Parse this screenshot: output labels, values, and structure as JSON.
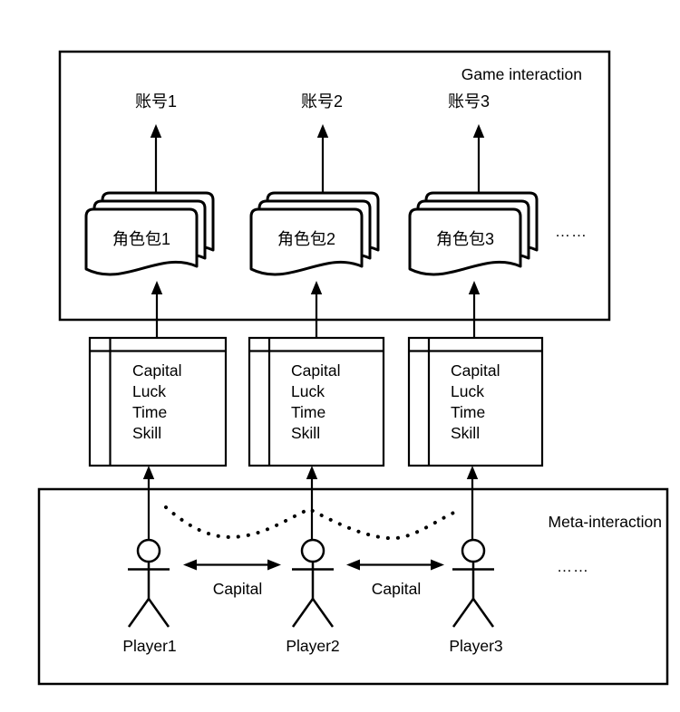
{
  "colors": {
    "stroke": "#000000",
    "background": "#ffffff"
  },
  "game_section": {
    "title": "Game interaction",
    "accounts": [
      "账号1",
      "账号2",
      "账号3"
    ],
    "role_packages": [
      "角色包1",
      "角色包2",
      "角色包3"
    ],
    "ellipsis": "……"
  },
  "resources": [
    "Capital",
    "Luck",
    "Time",
    "Skill"
  ],
  "meta_section": {
    "title": "Meta-interaction",
    "players": [
      "Player1",
      "Player2",
      "Player3"
    ],
    "exchange_labels": [
      "Capital",
      "Capital"
    ],
    "ellipsis": "……"
  }
}
